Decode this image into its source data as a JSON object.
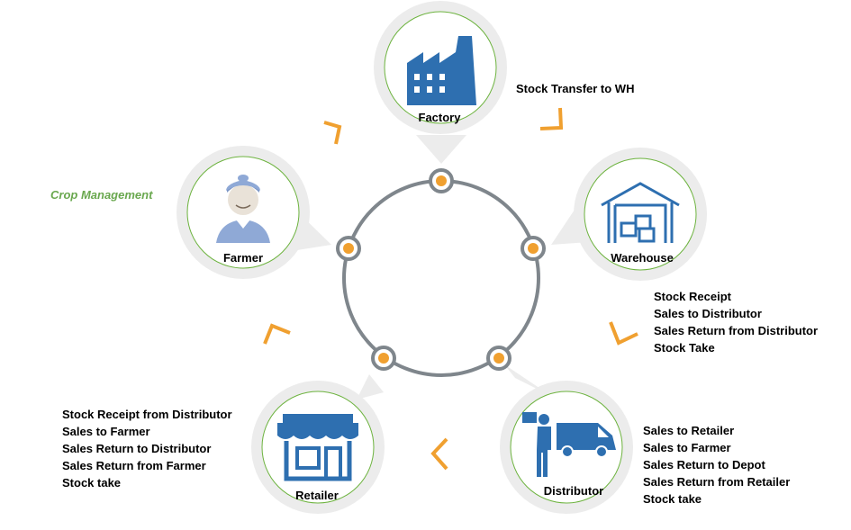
{
  "colors": {
    "accent": "#f0a030",
    "ring": "#7f868c",
    "icon_blue": "#2e6fb0",
    "node_border": "#6db33f",
    "bubble_bg": "#ececec",
    "crop_text": "#6aa84f"
  },
  "nodes": {
    "factory": {
      "name": "Factory",
      "icon": "factory-icon"
    },
    "warehouse": {
      "name": "Warehouse",
      "icon": "warehouse-icon"
    },
    "distributor": {
      "name": "Distributor",
      "icon": "delivery-truck-icon"
    },
    "retailer": {
      "name": "Retailer",
      "icon": "store-icon"
    },
    "farmer": {
      "name": "Farmer",
      "icon": "farmer-avatar-icon"
    }
  },
  "labels": {
    "factory": [
      "Stock Transfer to WH"
    ],
    "warehouse": [
      "Stock Receipt",
      "Sales to Distributor",
      "Sales Return from Distributor",
      "Stock Take"
    ],
    "distributor": [
      "Sales to Retailer",
      "Sales to Farmer",
      "Sales Return to Depot",
      "Sales Return from Retailer",
      "Stock take"
    ],
    "retailer": [
      "Stock Receipt from Distributor",
      "Sales to Farmer",
      "Sales Return to Distributor",
      "Sales Return from Farmer",
      "Stock take"
    ],
    "farmer": [
      "Crop Management"
    ]
  }
}
